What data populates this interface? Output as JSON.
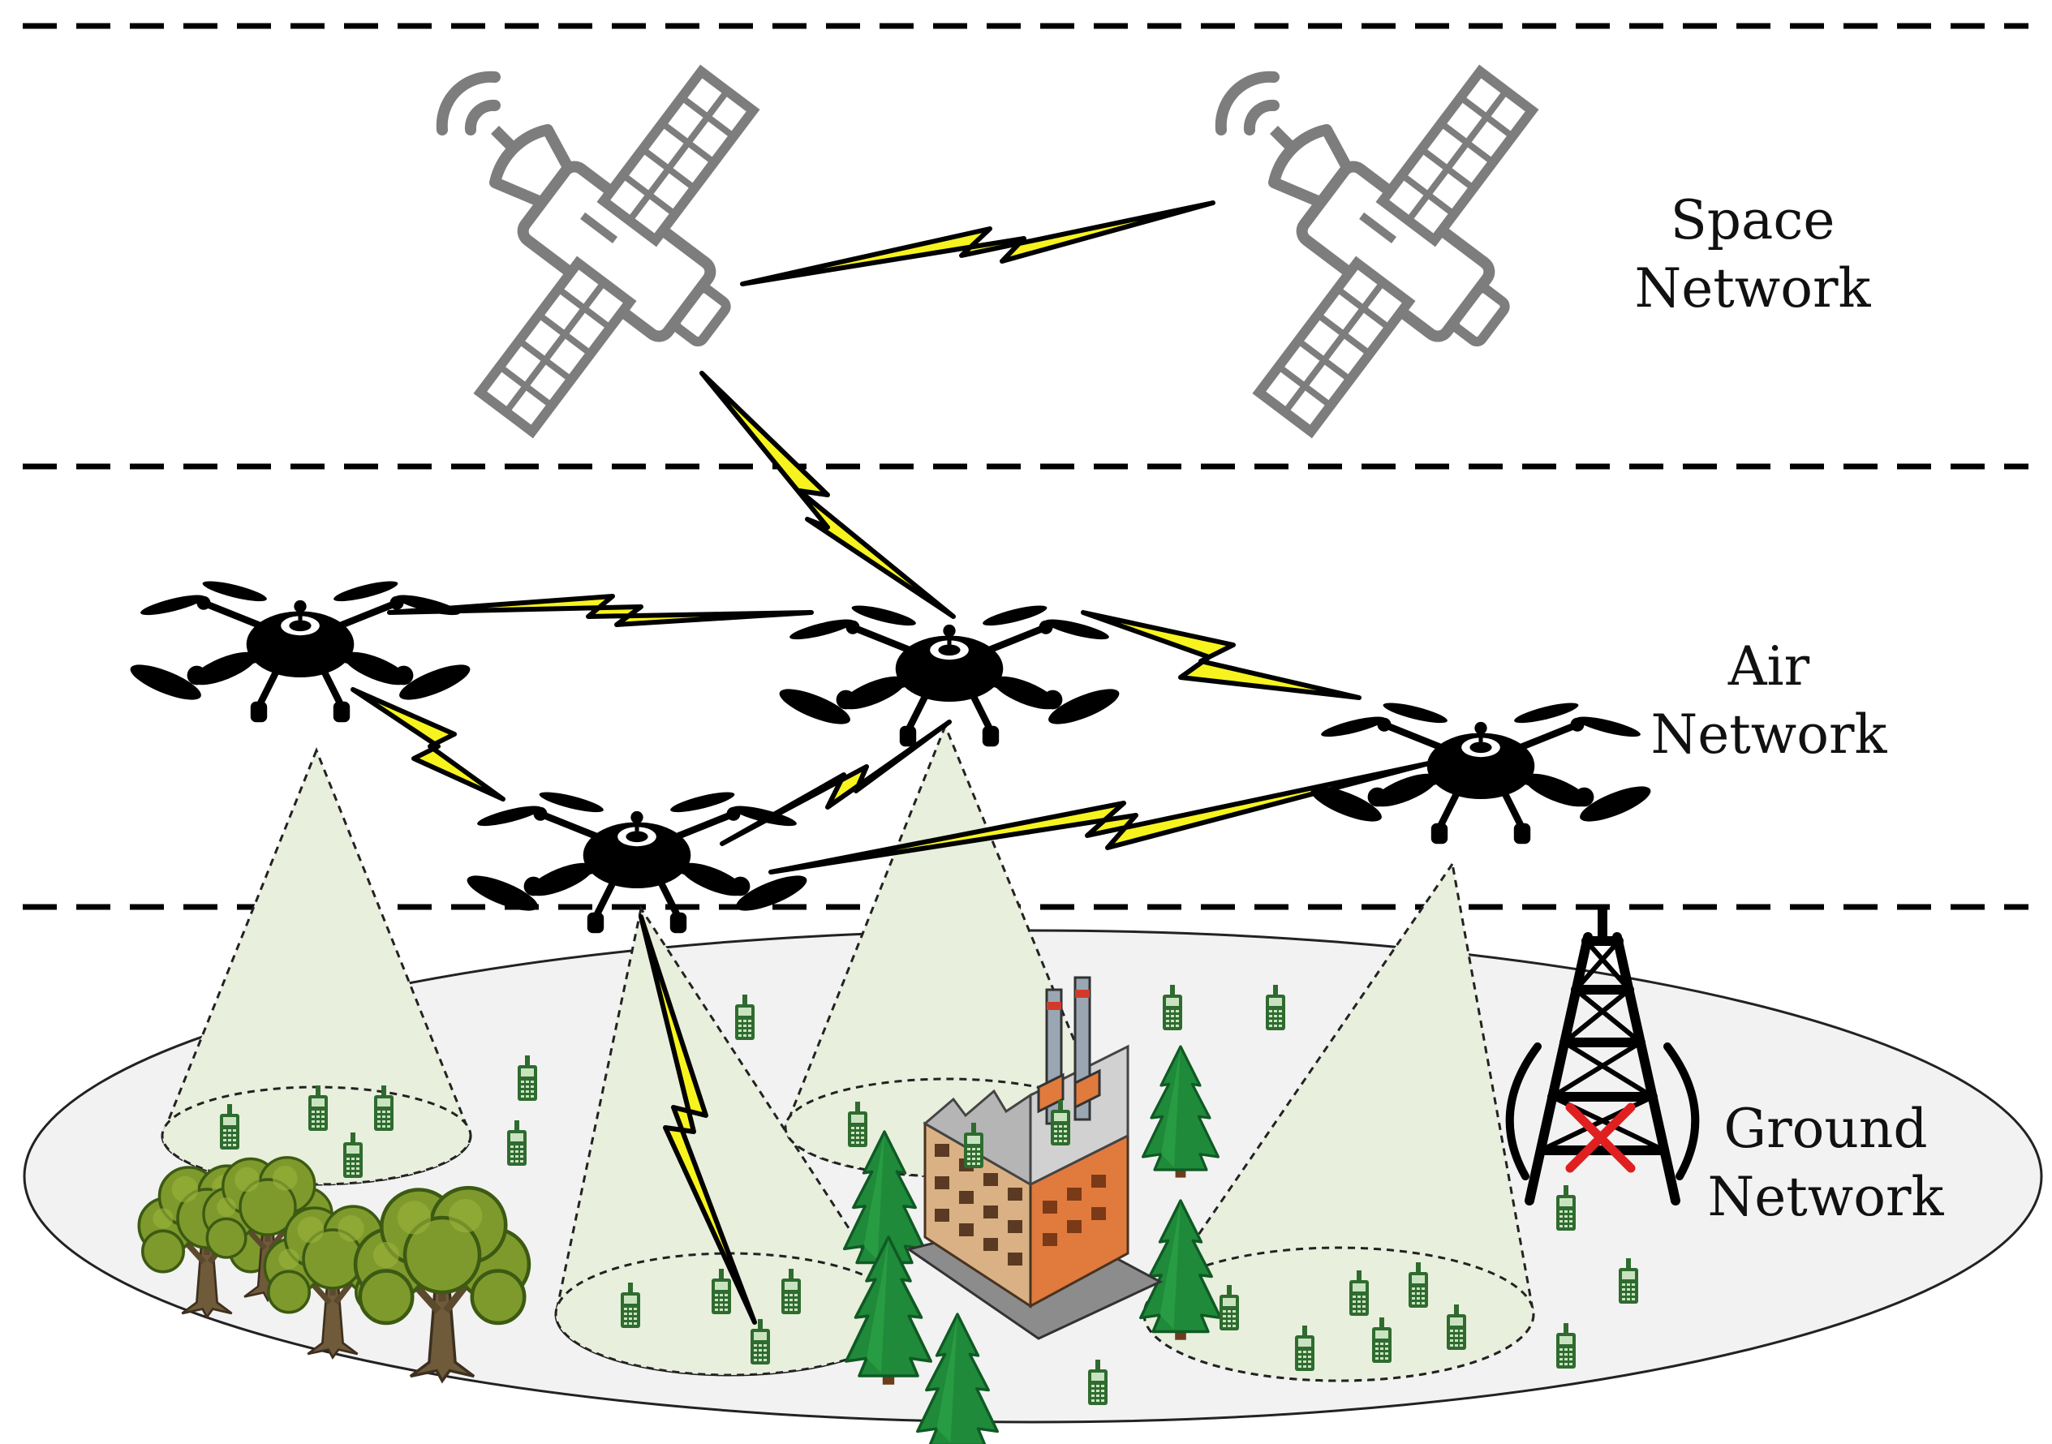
{
  "layers": {
    "space": {
      "line1": "Space",
      "line2": "Network"
    },
    "air": {
      "line1": "Air",
      "line2": "Network"
    },
    "ground": {
      "line1": "Ground",
      "line2": "Network"
    }
  },
  "icons": {
    "satellite": "satellite-icon",
    "drone": "drone-icon",
    "radio": "radio-terminal-icon",
    "tower": "cell-tower-icon",
    "failure_mark": "cross-icon",
    "factory": "factory-icon",
    "pine_tree": "pine-tree-icon",
    "deciduous_tree": "deciduous-tree-icon"
  },
  "colors": {
    "link_fill": "#f7f31f",
    "coverage_fill": "#e8efdc",
    "ground_fill": "#f2f2f2",
    "terminal": "#2f6b2f",
    "failure": "#e02020",
    "satellite": "#808080"
  }
}
